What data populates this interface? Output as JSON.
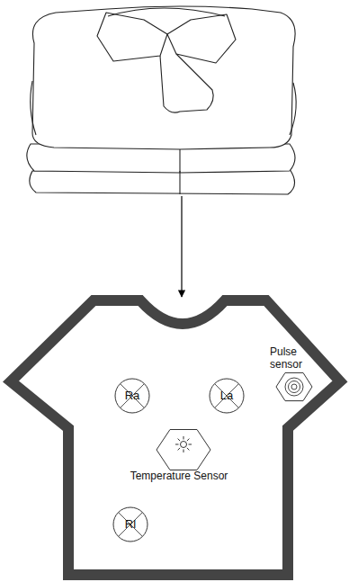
{
  "diagram": {
    "nodes": [
      {
        "text": [
          "Ra"
        ]
      },
      {
        "text": [
          "La"
        ]
      },
      {
        "text": [
          "Pulse sensor"
        ]
      },
      {
        "text": [
          "Temperature Sensor"
        ]
      },
      {
        "text": [
          "Rl"
        ]
      }
    ]
  }
}
